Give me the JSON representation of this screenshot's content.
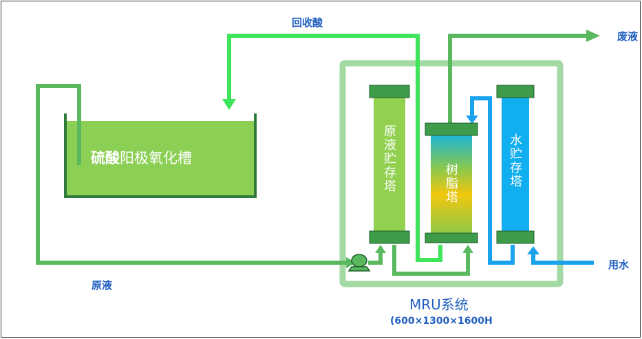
{
  "labels": {
    "recovered_acid": "回收酸",
    "waste_liquid": "废液",
    "raw_liquid": "原液",
    "water_use": "用水",
    "system_name": "MRU系统",
    "system_dims": "(600×1300×1600H"
  },
  "tank": {
    "title_bold": "硫酸",
    "title_rest": "阳极氧化槽"
  },
  "towers": {
    "raw_storage": "原液贮存塔",
    "resin": "树脂塔",
    "water_storage": "水贮存塔"
  },
  "colors": {
    "pipe_light_green": "#3ee45a",
    "pipe_green": "#5ab85e",
    "pipe_blue": "#1aa3ec",
    "tank_fill": "#8ccf55",
    "system_frame": "#a3d9a3",
    "raw_tower": "#92d050",
    "water_tower": "#11aef0",
    "cap": "#3d9b4a",
    "label_blue": "#1f5fc0"
  },
  "icons": {
    "pump": "pump-icon"
  }
}
